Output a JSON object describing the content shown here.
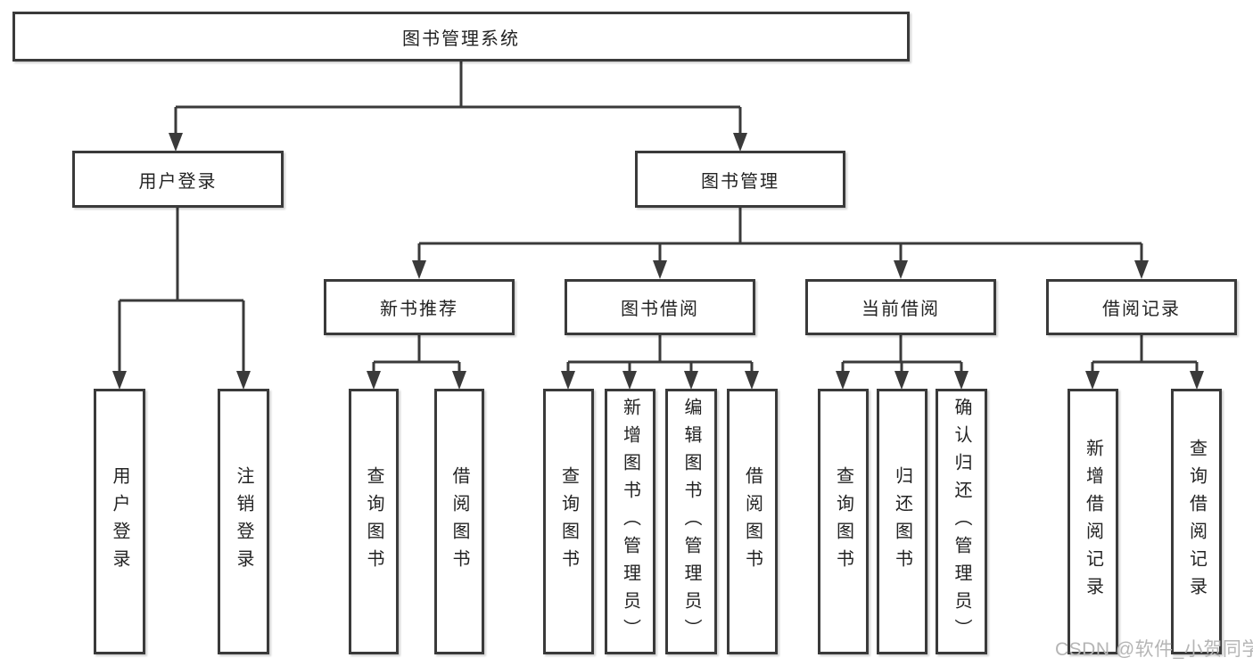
{
  "diagram": {
    "root_label": "图书管理系统",
    "level2": {
      "login": "用户登录",
      "manage": "图书管理"
    },
    "level3": {
      "new_books": "新书推荐",
      "book_borrow": "图书借阅",
      "current_borrow": "当前借阅",
      "borrow_records": "借阅记录"
    },
    "leaves": {
      "login": [
        "用户登录",
        "注销登录"
      ],
      "new_books": [
        "查询图书",
        "借阅图书"
      ],
      "book_borrow": [
        "查询图书",
        "新增图书（管理员）",
        "编辑图书（管理员）",
        "借阅图书"
      ],
      "current_borrow": [
        "查询图书",
        "归还图书",
        "确认归还（管理员）"
      ],
      "borrow_records": [
        "新增借阅记录",
        "查询借阅记录"
      ]
    }
  },
  "watermark": {
    "text": "CSDN @软件_小贺同学"
  },
  "colors": {
    "line": "#3a3a3a",
    "text": "#232323",
    "watermark": "#b5b5b5",
    "background": "#ffffff"
  }
}
